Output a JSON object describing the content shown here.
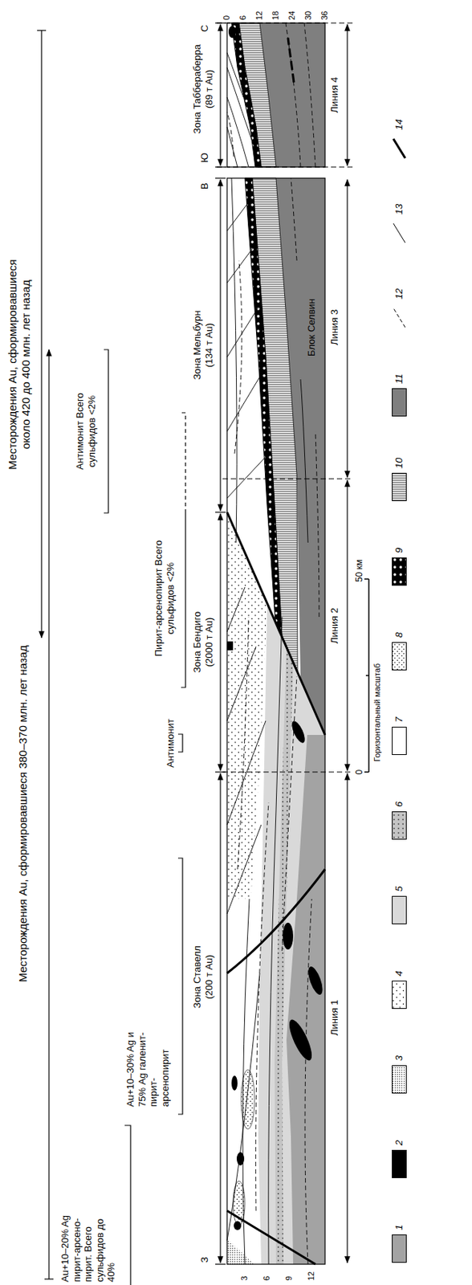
{
  "diagram": {
    "labels": [
      "Месторождения Au, сформировавшиеся 380–370 млн. лет назад",
      "Месторождения Au, сформировавшиеся около 420 до 400 млн. лет назад",
      "Au+10–20% Ag пирит-арсено- пирит. Всего сульфидов до 40%",
      "Au+10–30% Ag и 75% Ag галенит-пирит- арсенопирит",
      "Антимонит",
      "Пирит-арсенопирит Всего сульфидов <2%",
      "Антимонит Всего сульфидов <2%",
      "Зона Ставелл (200 т Au)",
      "Зона Бендиго (2000 т Au)",
      "Зона Мельбурн (134 т Au)",
      "Зона Таббераберра (89 т Au)",
      "З",
      "В",
      "Ю",
      "С",
      "3",
      "6",
      "9",
      "12",
      "0",
      "6",
      "12",
      "18",
      "24",
      "30",
      "36",
      "Блок Селвин",
      "Линия 1",
      "Линия 2",
      "Линия 3",
      "Линия 4",
      "0",
      "50 км",
      "Горизонтальный масштаб"
    ],
    "legend": [
      {
        "text": "1",
        "color": "#a3a3a3"
      },
      {
        "text": "2",
        "color": "#000000"
      },
      {
        "text": "3"
      },
      {
        "text": "4"
      },
      {
        "text": "5",
        "color": "#d9d9d9"
      },
      {
        "text": "6"
      },
      {
        "text": "7",
        "color": "#ffffff"
      },
      {
        "text": "8"
      },
      {
        "text": "9"
      },
      {
        "text": "10"
      },
      {
        "text": "11",
        "color": "#7f7f7f"
      },
      {
        "text": "12"
      },
      {
        "text": "13"
      },
      {
        "text": "14"
      }
    ]
  }
}
